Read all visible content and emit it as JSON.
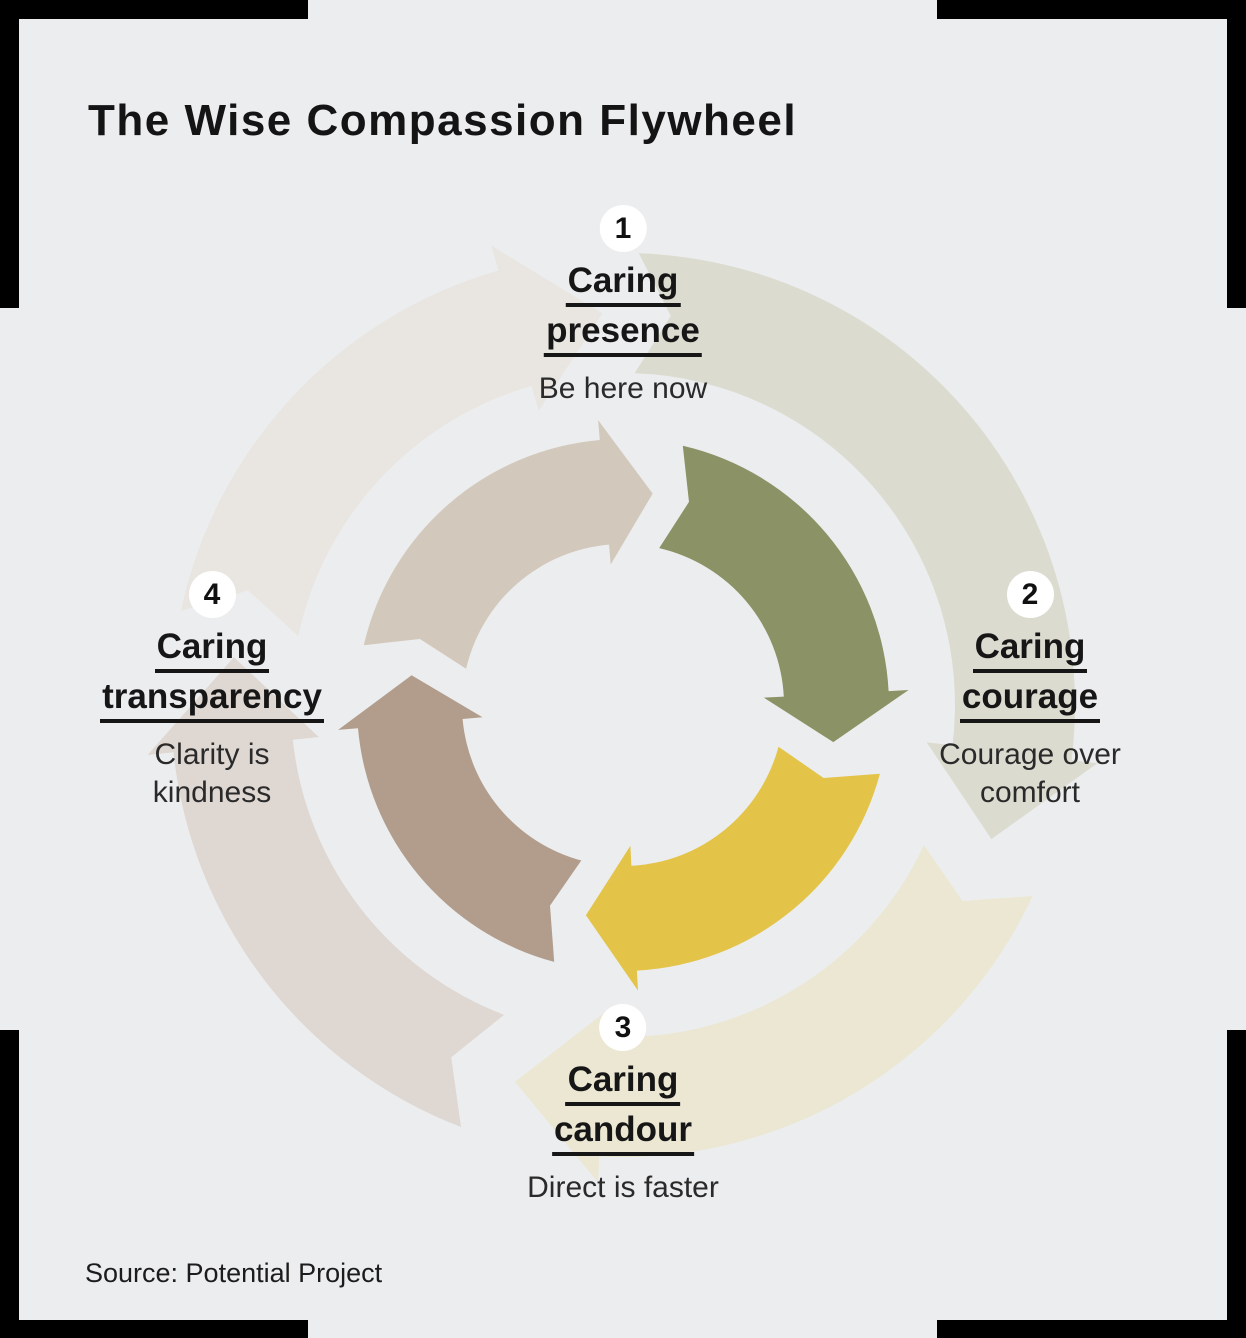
{
  "title": "The Wise Compassion Flywheel",
  "source": "Source: Potential Project",
  "colors": {
    "background": "#ecedef",
    "bracket": "#000000",
    "badge_bg": "#ffffff",
    "text": "#161616"
  },
  "steps": [
    {
      "number": "1",
      "line1": "Caring",
      "line2": "presence",
      "subtitle": "Be here now",
      "position": "top",
      "arrow_color": "#8b9265",
      "ghost_arrow_color": "#dbdbd0"
    },
    {
      "number": "2",
      "line1": "Caring",
      "line2": "courage",
      "subtitle": "Courage over comfort",
      "position": "right",
      "arrow_color": "#e3c449",
      "ghost_arrow_color": "#ebe7d2"
    },
    {
      "number": "3",
      "line1": "Caring",
      "line2": "candour",
      "subtitle": "Direct is faster",
      "position": "bottom",
      "arrow_color": "#b29d8c",
      "ghost_arrow_color": "#dfd7d2"
    },
    {
      "number": "4",
      "line1": "Caring",
      "line2": "transparency",
      "subtitle": "Clarity is kindness",
      "position": "left",
      "arrow_color": "#d2c9bc",
      "ghost_arrow_color": "#e9e6e2"
    }
  ]
}
